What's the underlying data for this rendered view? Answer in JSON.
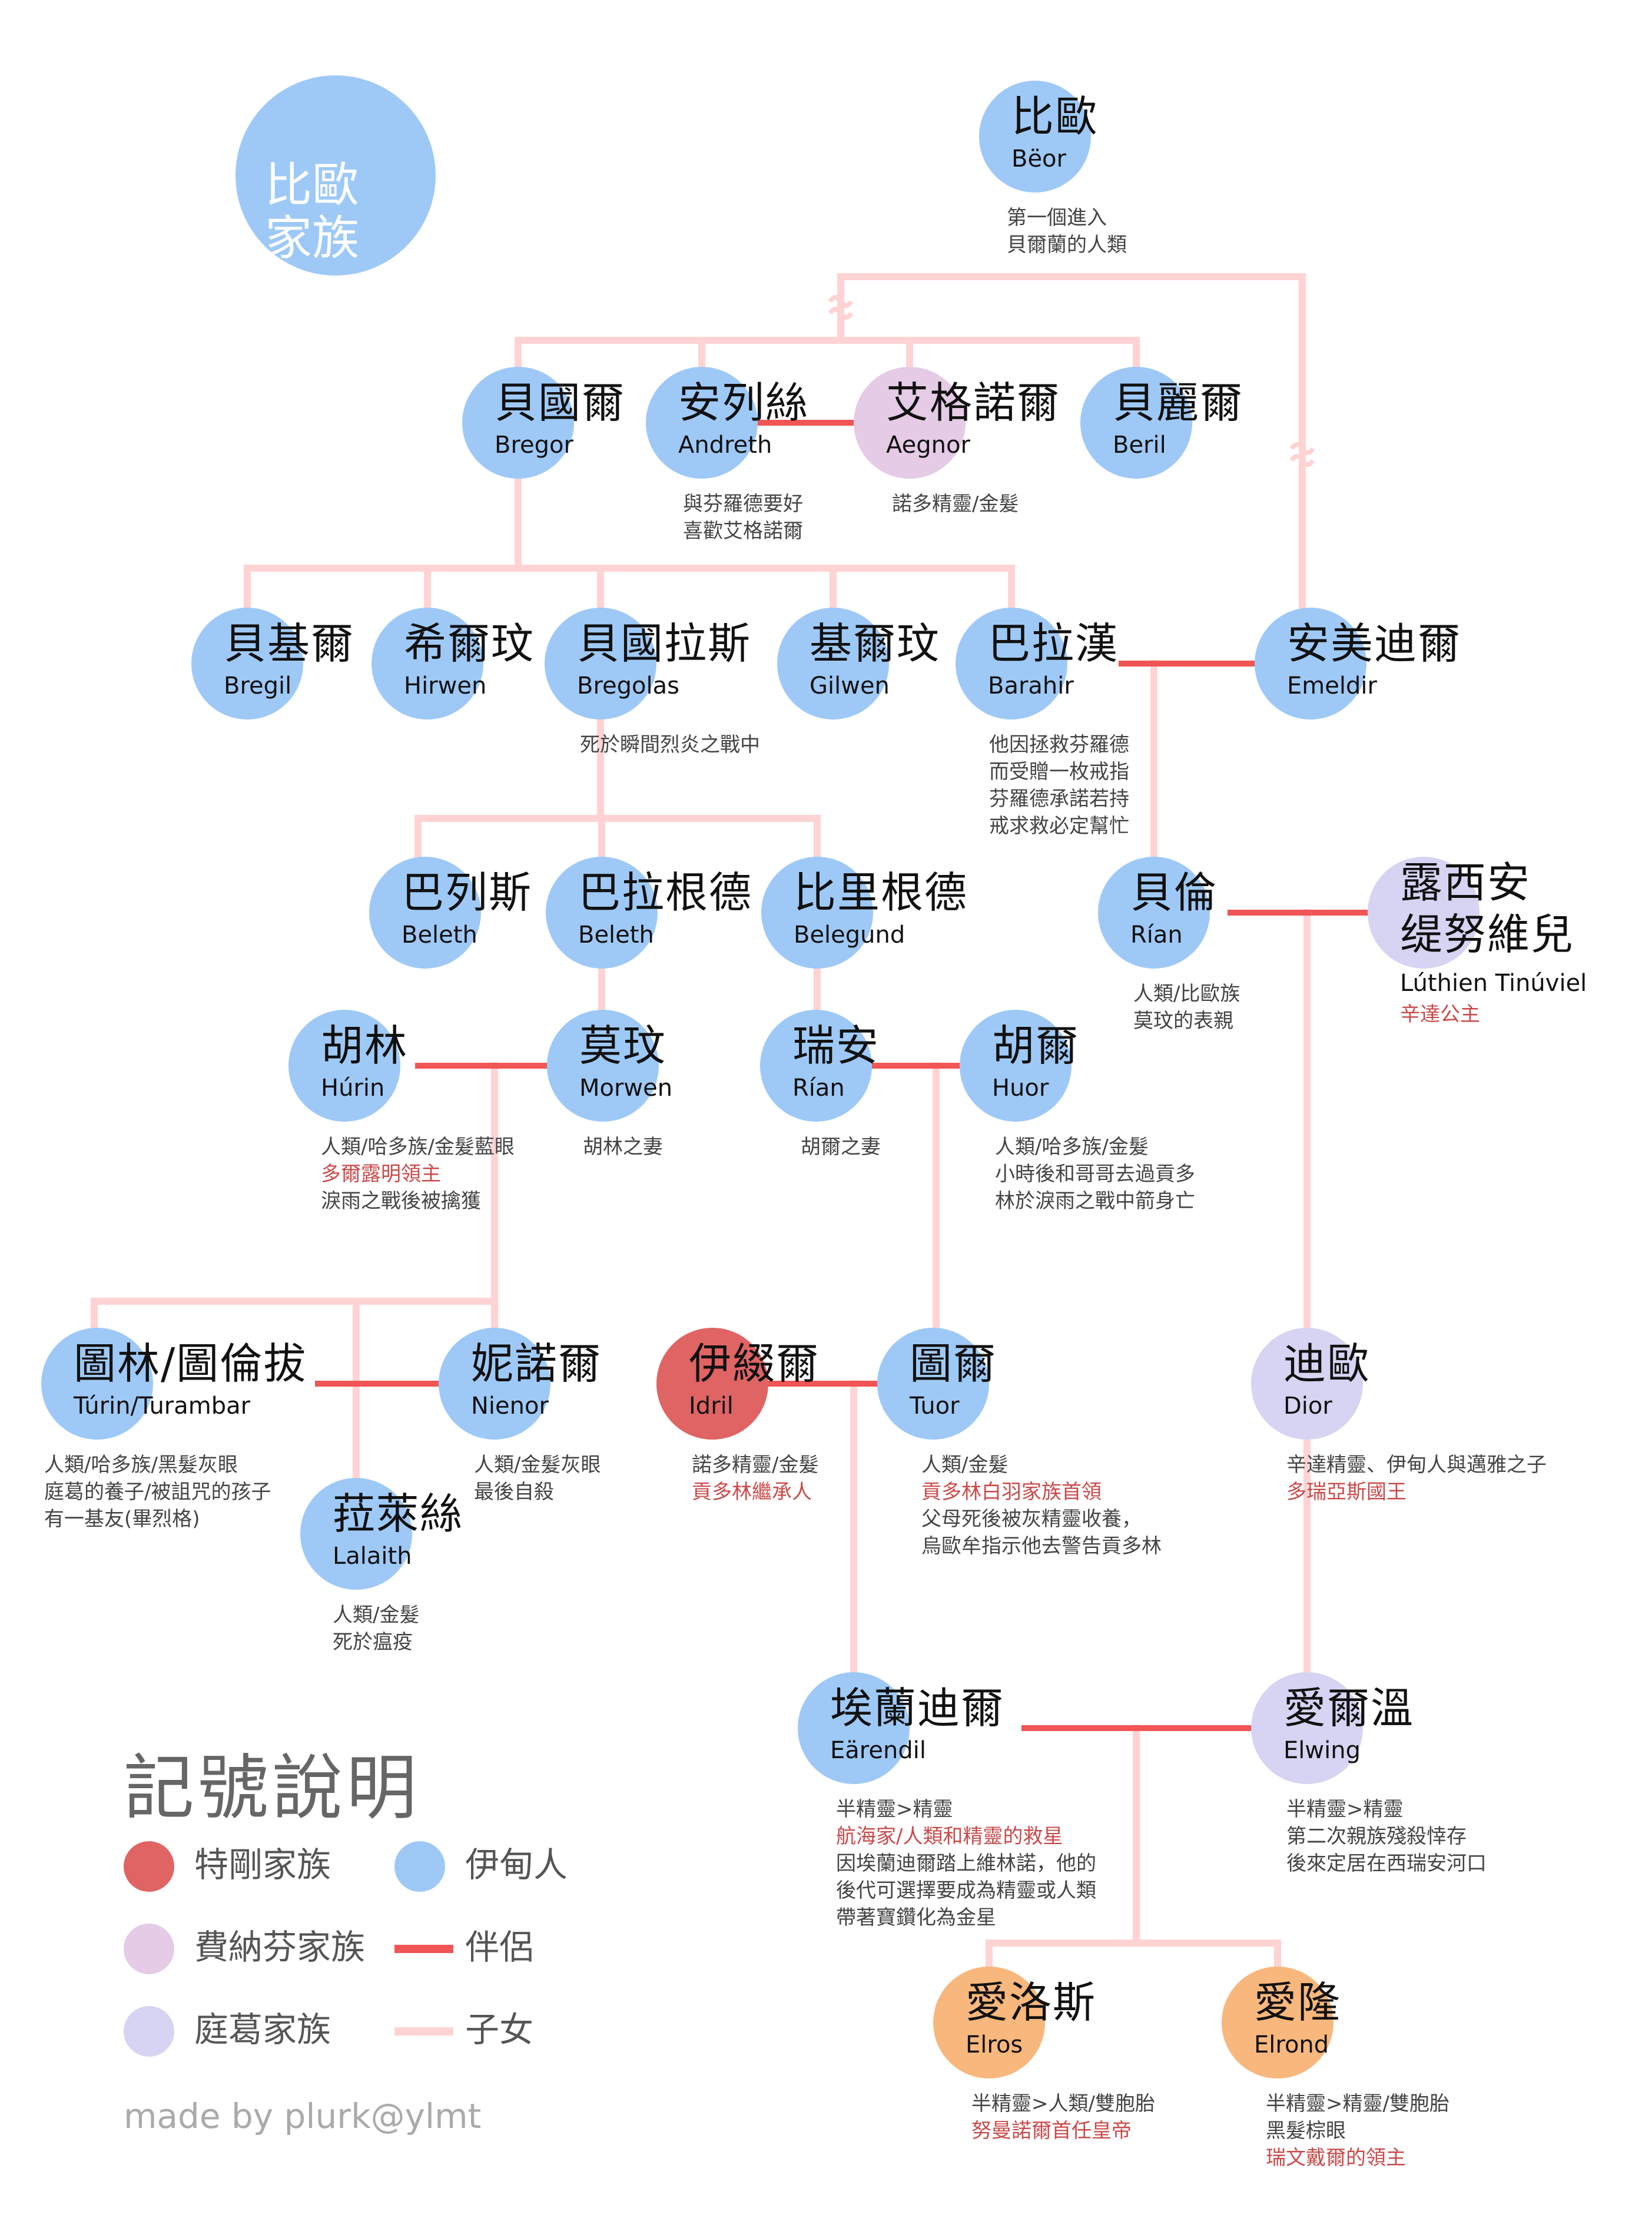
{
  "title": "比歐家族",
  "colors": {
    "edain": "#9ec9f7",
    "finarfin": "#e5cbe6",
    "sindar": "#d6d4f2",
    "tele": "#e06464",
    "peredhel": "#f8b77c",
    "spouse_line": "#f25555",
    "child_line": "#ffd3d3",
    "title_text": "#ffffff"
  },
  "persons": [
    {
      "key": "beor",
      "cn": "比歐",
      "en": "Bëor",
      "kind": "edain",
      "notes": [
        {
          "t": "第一個進入",
          "red": false
        },
        {
          "t": "貝爾蘭的人類",
          "red": false
        }
      ]
    },
    {
      "key": "bregor",
      "cn": "貝國爾",
      "en": "Bregor",
      "kind": "edain",
      "notes": []
    },
    {
      "key": "andreth",
      "cn": "安列絲",
      "en": "Andreth",
      "kind": "edain",
      "notes": [
        {
          "t": "與芬羅德要好",
          "red": false
        },
        {
          "t": "喜歡艾格諾爾",
          "red": false
        }
      ]
    },
    {
      "key": "aegnor",
      "cn": "艾格諾爾",
      "en": "Aegnor",
      "kind": "finarfin",
      "notes": [
        {
          "t": "諾多精靈/金髮",
          "red": false
        }
      ]
    },
    {
      "key": "beril",
      "cn": "貝麗爾",
      "en": "Beril",
      "kind": "edain",
      "notes": []
    },
    {
      "key": "bregil",
      "cn": "貝基爾",
      "en": "Bregil",
      "kind": "edain",
      "notes": []
    },
    {
      "key": "hirwen",
      "cn": "希爾玟",
      "en": "Hirwen",
      "kind": "edain",
      "notes": []
    },
    {
      "key": "bregolas",
      "cn": "貝國拉斯",
      "en": "Bregolas",
      "kind": "edain",
      "notes": [
        {
          "t": "死於瞬間烈炎之戰中",
          "red": false
        }
      ]
    },
    {
      "key": "gilwen",
      "cn": "基爾玟",
      "en": "Gilwen",
      "kind": "edain",
      "notes": []
    },
    {
      "key": "barahir",
      "cn": "巴拉漢",
      "en": "Barahir",
      "kind": "edain",
      "notes": [
        {
          "t": "他因拯救芬羅德",
          "red": false
        },
        {
          "t": "而受贈一枚戒指",
          "red": false
        },
        {
          "t": "芬羅德承諾若持",
          "red": false
        },
        {
          "t": "戒求救必定幫忙",
          "red": false
        }
      ]
    },
    {
      "key": "emeldir",
      "cn": "安美迪爾",
      "en": "Emeldir",
      "kind": "edain",
      "notes": []
    },
    {
      "key": "beleth1",
      "cn": "巴列斯",
      "en": "Beleth",
      "kind": "edain",
      "notes": []
    },
    {
      "key": "beleth2",
      "cn": "巴拉根德",
      "en": "Beleth",
      "kind": "edain",
      "notes": []
    },
    {
      "key": "belegund",
      "cn": "比里根德",
      "en": "Belegund",
      "kind": "edain",
      "notes": []
    },
    {
      "key": "beren",
      "cn": "貝倫",
      "en": "Rían",
      "kind": "edain",
      "notes": [
        {
          "t": "人類/比歐族",
          "red": false
        },
        {
          "t": "莫玟的表親",
          "red": false
        }
      ]
    },
    {
      "key": "luthien",
      "cn": "露西安\n缇努維兒",
      "en": "Lúthien Tinúviel",
      "kind": "sindar",
      "notes": [
        {
          "t": "辛達公主",
          "red": true
        }
      ]
    },
    {
      "key": "hurin",
      "cn": "胡林",
      "en": "Húrin",
      "kind": "edain",
      "notes": [
        {
          "t": "人類/哈多族/金髮藍眼",
          "red": false
        },
        {
          "t": "多爾露明領主",
          "red": true
        },
        {
          "t": "淚雨之戰後被擒獲",
          "red": false
        }
      ]
    },
    {
      "key": "morwen",
      "cn": "莫玟",
      "en": "Morwen",
      "kind": "edain",
      "notes": [
        {
          "t": "胡林之妻",
          "red": false
        }
      ]
    },
    {
      "key": "rian",
      "cn": "瑞安",
      "en": "Rían",
      "kind": "edain",
      "notes": [
        {
          "t": "胡爾之妻",
          "red": false
        }
      ]
    },
    {
      "key": "huor",
      "cn": "胡爾",
      "en": "Huor",
      "kind": "edain",
      "notes": [
        {
          "t": "人類/哈多族/金髮",
          "red": false
        },
        {
          "t": "小時後和哥哥去過貢多",
          "red": false
        },
        {
          "t": "林於淚雨之戰中箭身亡",
          "red": false
        }
      ]
    },
    {
      "key": "turin",
      "cn": "圖林/圖倫拔",
      "en": "Túrin/Turambar",
      "kind": "edain",
      "notes": [
        {
          "t": "人類/哈多族/黑髮灰眼",
          "red": false
        },
        {
          "t": "庭葛的養子/被詛咒的孩子",
          "red": false
        },
        {
          "t": "有一基友(畢烈格)",
          "red": false
        }
      ]
    },
    {
      "key": "nienor",
      "cn": "妮諾爾",
      "en": "Nienor",
      "kind": "edain",
      "notes": [
        {
          "t": "人類/金髮灰眼",
          "red": false
        },
        {
          "t": "最後自殺",
          "red": false
        }
      ]
    },
    {
      "key": "lalaith",
      "cn": "菈萊絲",
      "en": "Lalaith",
      "kind": "edain",
      "notes": [
        {
          "t": "人類/金髮",
          "red": false
        },
        {
          "t": "死於瘟疫",
          "red": false
        }
      ]
    },
    {
      "key": "idril",
      "cn": "伊綴爾",
      "en": "Idril",
      "kind": "tele",
      "notes": [
        {
          "t": "諾多精靈/金髮",
          "red": false
        },
        {
          "t": "貢多林繼承人",
          "red": true
        }
      ]
    },
    {
      "key": "tuor",
      "cn": "圖爾",
      "en": "Tuor",
      "kind": "edain",
      "notes": [
        {
          "t": "人類/金髮",
          "red": false
        },
        {
          "t": "貢多林白羽家族首領",
          "red": true
        },
        {
          "t": "父母死後被灰精靈收養，",
          "red": false
        },
        {
          "t": "烏歐牟指示他去警告貢多林",
          "red": false
        }
      ]
    },
    {
      "key": "dior",
      "cn": "迪歐",
      "en": "Dior",
      "kind": "sindar",
      "notes": [
        {
          "t": "辛達精靈、伊甸人與邁雅之子",
          "red": false
        },
        {
          "t": "多瑞亞斯國王",
          "red": true
        }
      ]
    },
    {
      "key": "earendil",
      "cn": "埃蘭迪爾",
      "en": "Eärendil",
      "kind": "edain",
      "notes": [
        {
          "t": "半精靈>精靈",
          "red": false
        },
        {
          "t": "航海家/人類和精靈的救星",
          "red": true
        },
        {
          "t": "因埃蘭迪爾踏上維林諾，他的",
          "red": false
        },
        {
          "t": "後代可選擇要成為精靈或人類",
          "red": false
        },
        {
          "t": "帶著寶鑽化為金星",
          "red": false
        }
      ]
    },
    {
      "key": "elwing",
      "cn": "愛爾溫",
      "en": "Elwing",
      "kind": "sindar",
      "notes": [
        {
          "t": "半精靈>精靈",
          "red": false
        },
        {
          "t": "第二次親族殘殺悻存",
          "red": false
        },
        {
          "t": "後來定居在西瑞安河口",
          "red": false
        }
      ]
    },
    {
      "key": "elros",
      "cn": "愛洛斯",
      "en": "Elros",
      "kind": "peredhel",
      "notes": [
        {
          "t": "半精靈>人類/雙胞胎",
          "red": false
        },
        {
          "t": "努曼諾爾首任皇帝",
          "red": true
        }
      ]
    },
    {
      "key": "elrond",
      "cn": "愛隆",
      "en": "Elrond",
      "kind": "peredhel",
      "notes": [
        {
          "t": "半精靈>精靈/雙胞胎",
          "red": false
        },
        {
          "t": "黑髮棕眼",
          "red": false
        },
        {
          "t": "瑞文戴爾的領主",
          "red": true
        }
      ]
    }
  ],
  "legend": {
    "title": "記號說明",
    "items": [
      {
        "label": "特剛家族",
        "kind": "tele",
        "shape": "dot"
      },
      {
        "label": "伊甸人",
        "kind": "edain",
        "shape": "dot"
      },
      {
        "label": "費納芬家族",
        "kind": "finarfin",
        "shape": "dot"
      },
      {
        "label": "伴侶",
        "kind": "spouse_line",
        "shape": "line"
      },
      {
        "label": "庭葛家族",
        "kind": "sindar",
        "shape": "dot"
      },
      {
        "label": "子女",
        "kind": "child_line",
        "shape": "line"
      }
    ]
  },
  "credit": "made by plurk@ylmt"
}
